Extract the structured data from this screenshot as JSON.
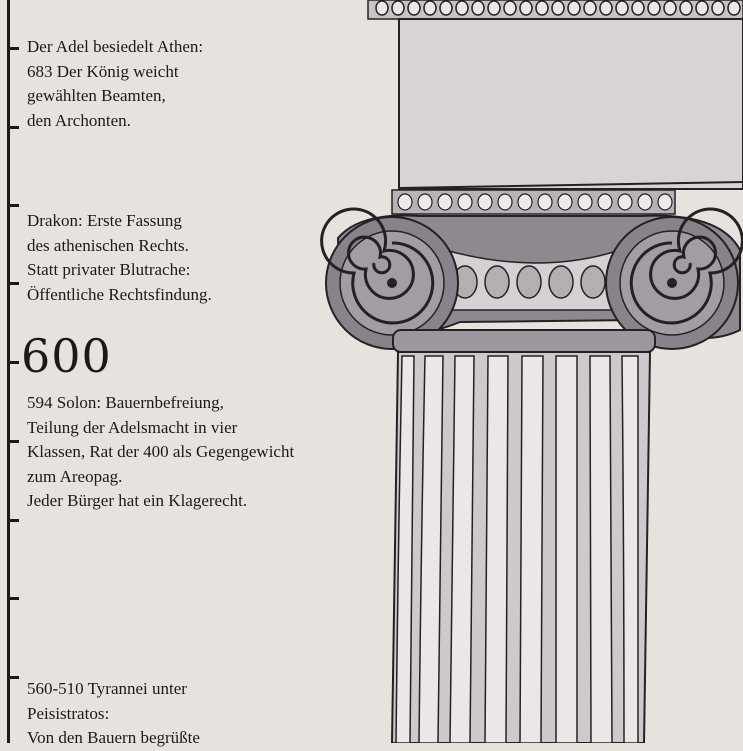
{
  "timeline": {
    "entries": [
      {
        "lines": [
          "Der Adel besiedelt Athen:",
          "683 Der König weicht",
          "gewählten Beamten,",
          "den Archonten."
        ]
      },
      {
        "lines": [
          "Drakon: Erste Fassung",
          "des athenischen Rechts.",
          "Statt privater Blutrache:",
          "Öffentliche Rechtsfindung."
        ]
      },
      {
        "lines": [
          "594 Solon: Bauernbefreiung,",
          "Teilung der Adelsmacht in vier",
          "Klassen, Rat der 400 als Gegengewicht",
          "zum Areopag.",
          "Jeder Bürger hat ein Klagerecht."
        ]
      },
      {
        "lines": [
          "560-510 Tyrannei unter",
          "Peisistratos:",
          "Von den Bauern begrüßte"
        ]
      }
    ],
    "year_marker": "600"
  },
  "illustration": {
    "subject": "ionic-column",
    "colors": {
      "background": "#e8e2df",
      "capital": "#8f8890",
      "abacus": "#d9d3d6",
      "shaft": "#cfc9cd",
      "ink": "#222222"
    }
  }
}
